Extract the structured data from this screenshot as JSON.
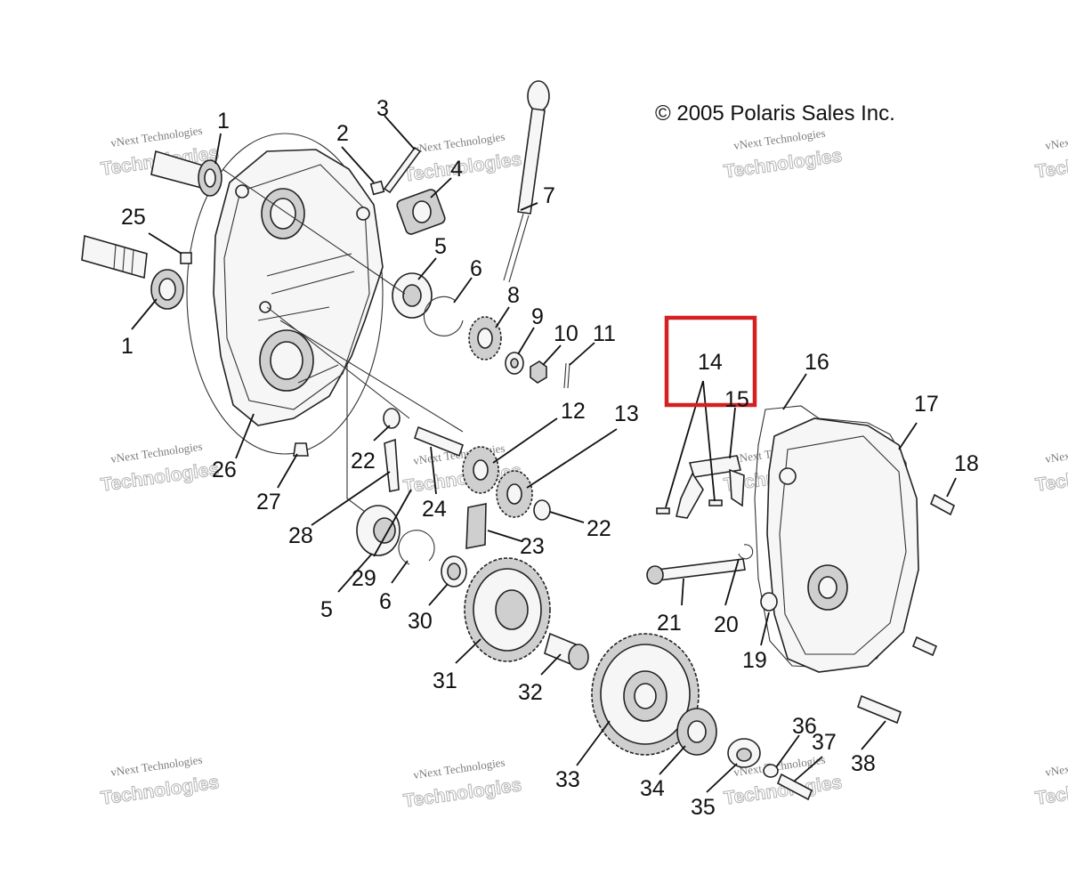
{
  "copyright": "© 2005 Polaris Sales Inc.",
  "watermark": {
    "line1": "vNext Technologies",
    "line2": "Technologies"
  },
  "highlight_color": "#d42020",
  "highlighted_callout": "14",
  "callouts": {
    "c1a": "1",
    "c1b": "1",
    "c2": "2",
    "c3": "3",
    "c4": "4",
    "c5a": "5",
    "c5b": "5",
    "c6a": "6",
    "c6b": "6",
    "c7": "7",
    "c8": "8",
    "c9": "9",
    "c10": "10",
    "c11": "11",
    "c12": "12",
    "c13": "13",
    "c14": "14",
    "c15": "15",
    "c16": "16",
    "c17": "17",
    "c18": "18",
    "c19": "19",
    "c20": "20",
    "c21": "21",
    "c22a": "22",
    "c22b": "22",
    "c23": "23",
    "c24": "24",
    "c25": "25",
    "c26": "26",
    "c27": "27",
    "c28": "28",
    "c29": "29",
    "c30": "30",
    "c31": "31",
    "c32": "32",
    "c33": "33",
    "c34": "34",
    "c35": "35",
    "c36": "36",
    "c37": "37",
    "c38": "38"
  }
}
